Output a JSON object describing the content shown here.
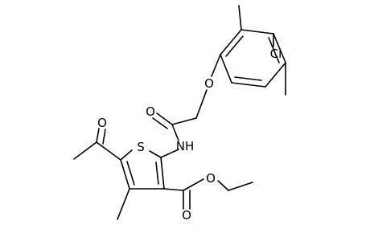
{
  "diagram": {
    "type": "skeletal-structure",
    "atom_labels": {
      "thiophene_sulfur": "S",
      "amide_nitrogen": "NH",
      "amide_oxygen": "O",
      "ether_oxygen": "O",
      "acetyl_oxygen": "O",
      "ester_carbonyl_oxygen": "O",
      "ester_alkoxy_oxygen": "O",
      "chlorine": "Cl"
    },
    "colors": {
      "bond": "#000000",
      "label": "#000000",
      "background": "#ffffff"
    }
  }
}
